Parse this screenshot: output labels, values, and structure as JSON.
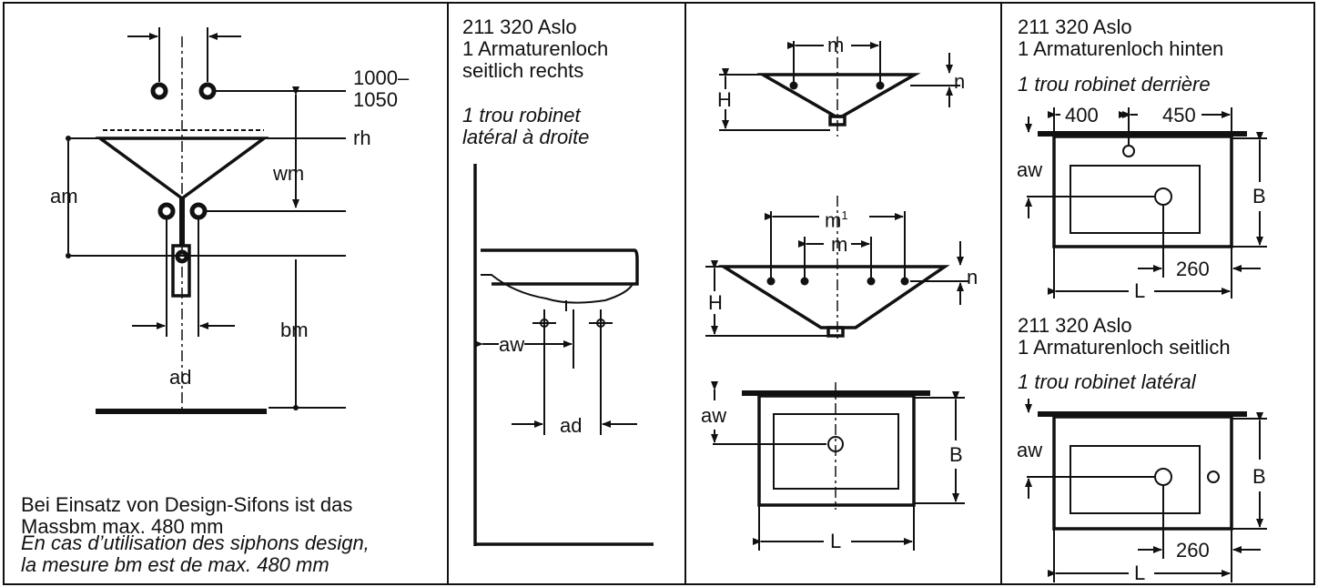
{
  "panel1": {
    "dims": {
      "top_height": "1000–\n1050",
      "rh": "rh",
      "wm": "wm",
      "am": "am",
      "bm": "bm",
      "ad": "ad"
    },
    "note_de": "Bei Einsatz von Design-Sifons ist das\nMassbm max. 480 mm",
    "note_fr": "En cas d’utilisation des siphons design,\nla mesure bm est de max. 480 mm"
  },
  "panel2": {
    "title_de": "211 320 Aslo\n1 Armaturenloch\nseitlich rechts",
    "title_fr": "1 trou robinet\nlatéral à droite",
    "dims": {
      "aw": "aw",
      "ad": "ad"
    }
  },
  "panel3": {
    "dims": {
      "m": "m",
      "n": "n",
      "H": "H",
      "m1": "m",
      "m1_sup": "1",
      "m_inner": "m",
      "n2": "n",
      "H2": "H",
      "aw": "aw",
      "B": "B",
      "L": "L"
    }
  },
  "panel4": {
    "top": {
      "title_de": "211 320 Aslo\n1 Armaturenloch hinten",
      "title_fr": "1 trou robinet derrière",
      "dims": {
        "d400": "400",
        "d450": "450",
        "aw": "aw",
        "B": "B",
        "d260": "260",
        "L": "L"
      }
    },
    "bottom": {
      "title_de": "211 320 Aslo\n1 Armaturenloch seitlich",
      "title_fr": "1 trou robinet latéral",
      "dims": {
        "aw": "aw",
        "B": "B",
        "d260": "260",
        "L": "L"
      }
    }
  }
}
